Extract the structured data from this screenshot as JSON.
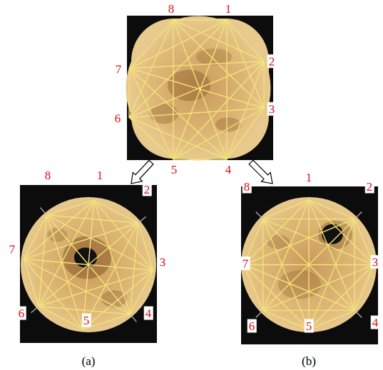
{
  "diagram": {
    "labels": [
      "8",
      "1",
      "2",
      "3",
      "4",
      "5",
      "6",
      "7",
      "8",
      "1",
      "2",
      "3",
      "4",
      "5",
      "6",
      "7",
      "8",
      "1",
      "2",
      "3",
      "4",
      "5",
      "6",
      "7",
      "(a)",
      "(b)"
    ]
  }
}
